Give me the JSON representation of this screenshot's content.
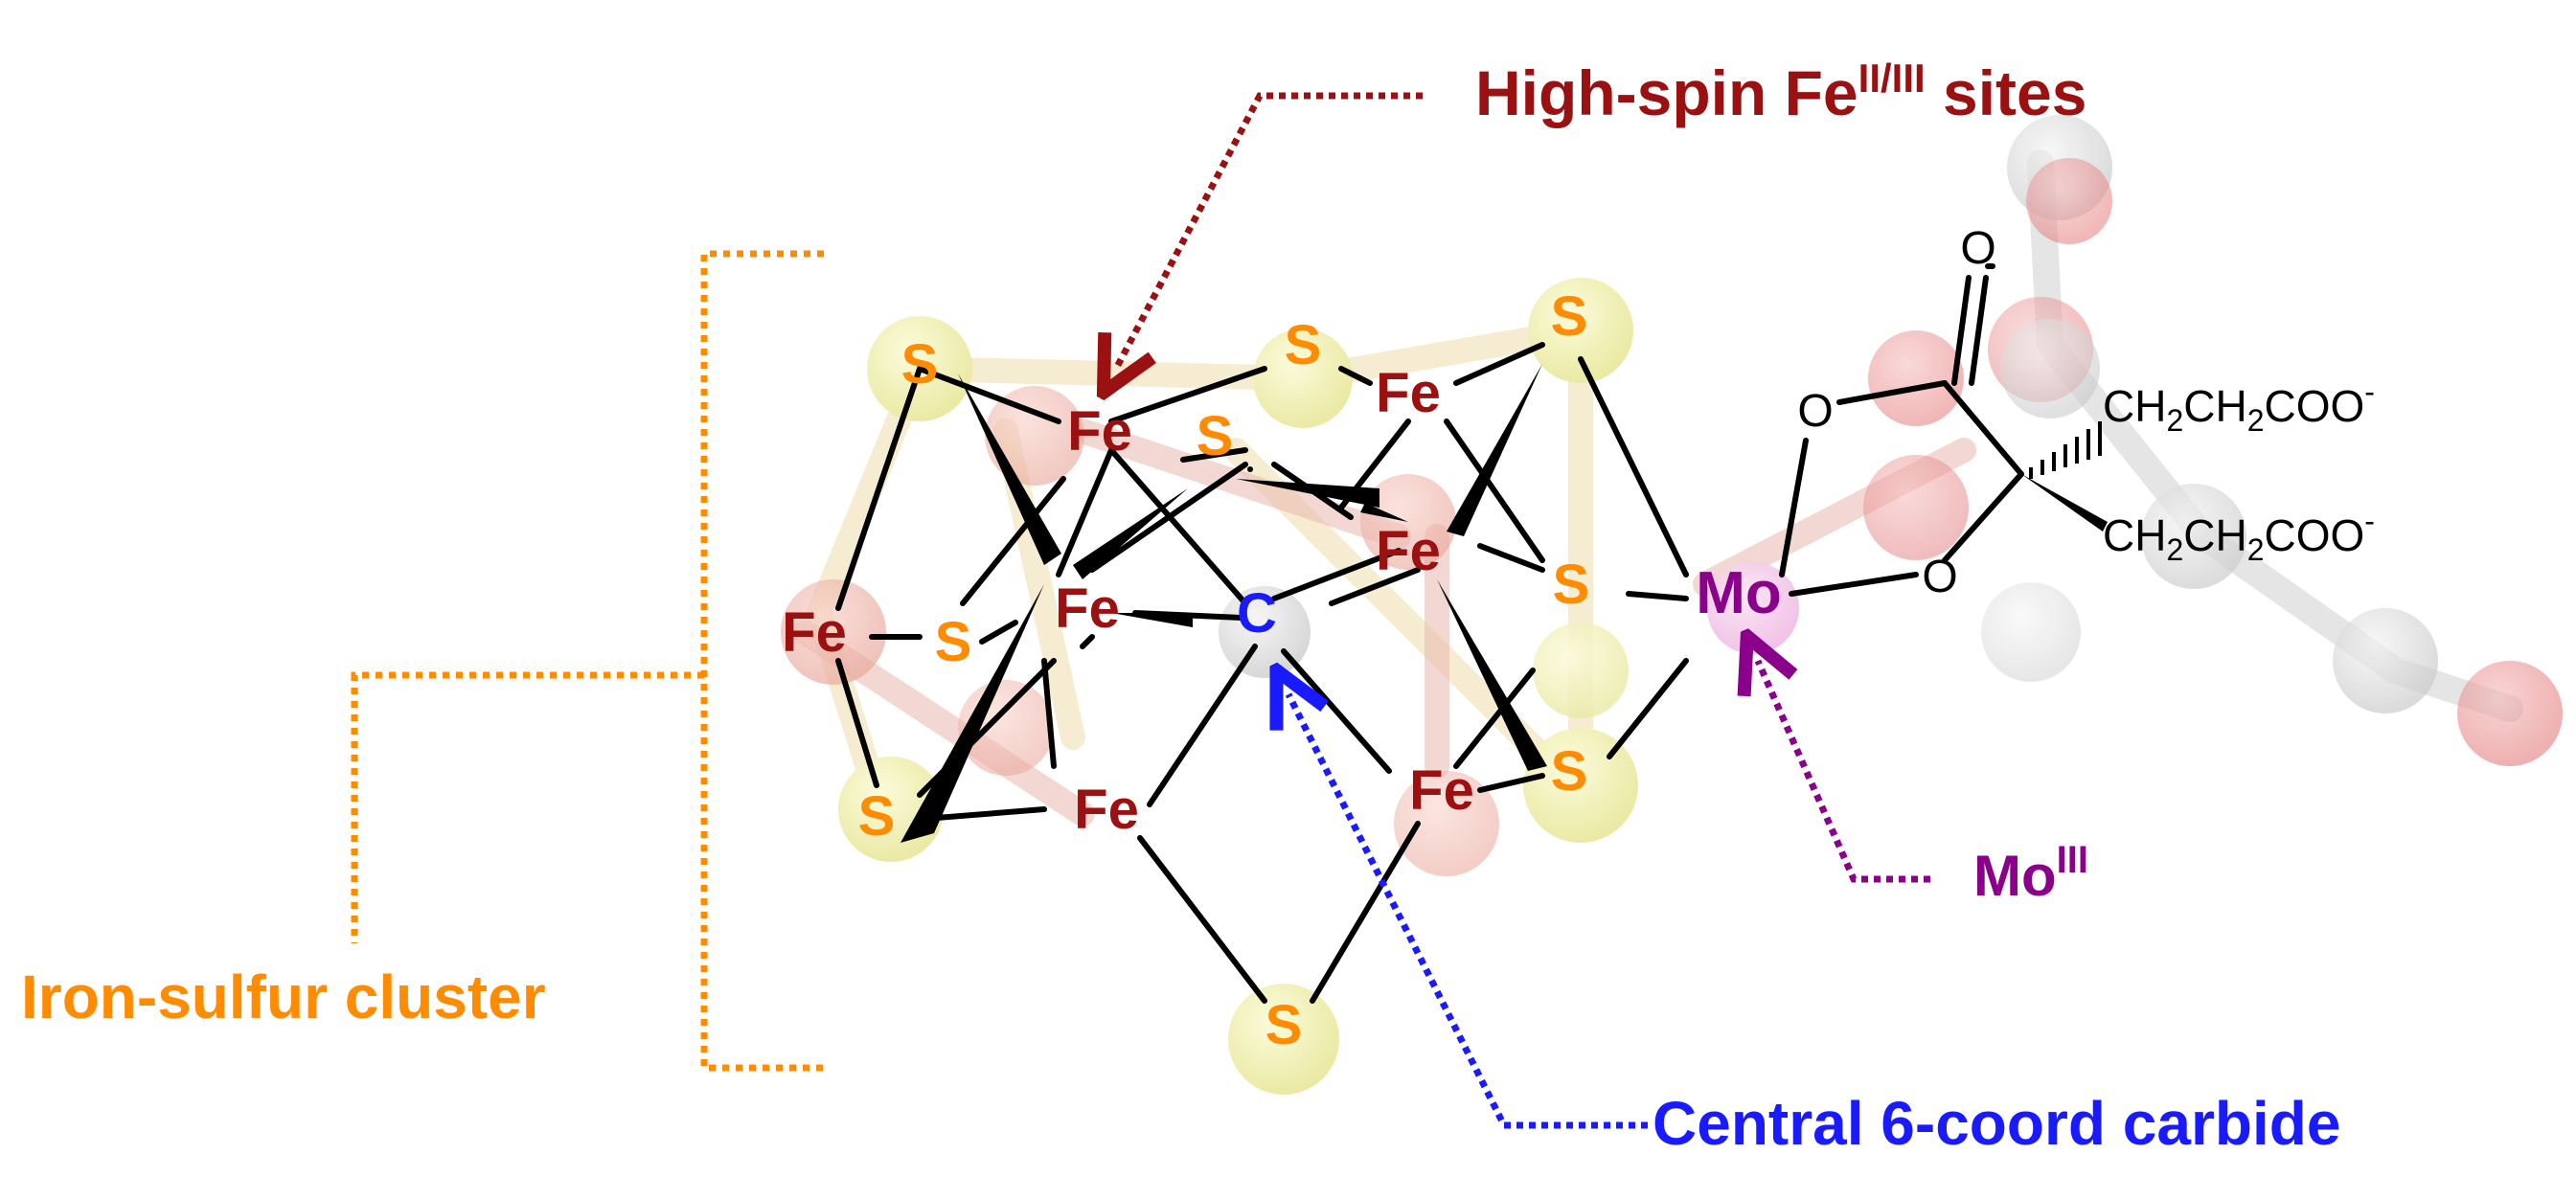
{
  "colors": {
    "iron": "#9b1111",
    "sulfur": "#ff8c00",
    "carbon": "#1a1aff",
    "molybdenum": "#8b008b",
    "bond": "#000000",
    "fe_arrow": "#9b1111",
    "mo_arrow": "#8b008b",
    "c_arrow": "#1a1aff",
    "bracket": "#ff8c00"
  },
  "labels": {
    "fe_sites_prefix": "High-spin Fe",
    "fe_sites_sup": "II/III",
    "fe_sites_suffix": " sites",
    "mo_prefix": "Mo",
    "mo_sup": "III",
    "carbide": "Central 6-coord carbide",
    "cluster": "Iron-sulfur cluster"
  },
  "atoms": {
    "fe": "Fe",
    "s": "S",
    "c": "C",
    "mo": "Mo",
    "o": "O"
  },
  "ligand": {
    "ch2ch2coo": "CH",
    "sub2": "2",
    "coo": "COO",
    "minus": "-"
  },
  "icons": [
    "dotted-arrow",
    "dotted-bracket",
    "ball-and-stick-shadow"
  ]
}
